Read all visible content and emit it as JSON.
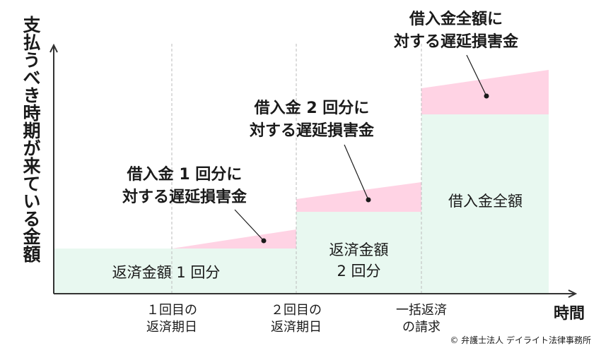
{
  "axis": {
    "y_label": "支払うべき時期が来ている金額",
    "x_label": "時間"
  },
  "ticks": [
    {
      "label": "１回目の\n返済期日"
    },
    {
      "label": "２回目の\n返済期日"
    },
    {
      "label": "一括返済\nの請求"
    }
  ],
  "annotations": {
    "first": "借入金 1 回分に\n対する遅延損害金",
    "second": "借入金 2 回分に\n対する遅延損害金",
    "full": "借入金全額に\n対する遅延損害金"
  },
  "areas": {
    "repay_1": "返済金額 1 回分",
    "repay_2": "返済金額\n2 回分",
    "full": "借入金全額"
  },
  "colors": {
    "principal_fill": "#e8f8f0",
    "penalty_fill": "#ffd3e4",
    "axis": "#333333",
    "guide": "#bbbbbb"
  },
  "footer": {
    "copyright": "© 弁護士法人 デイライト法律事務所"
  }
}
